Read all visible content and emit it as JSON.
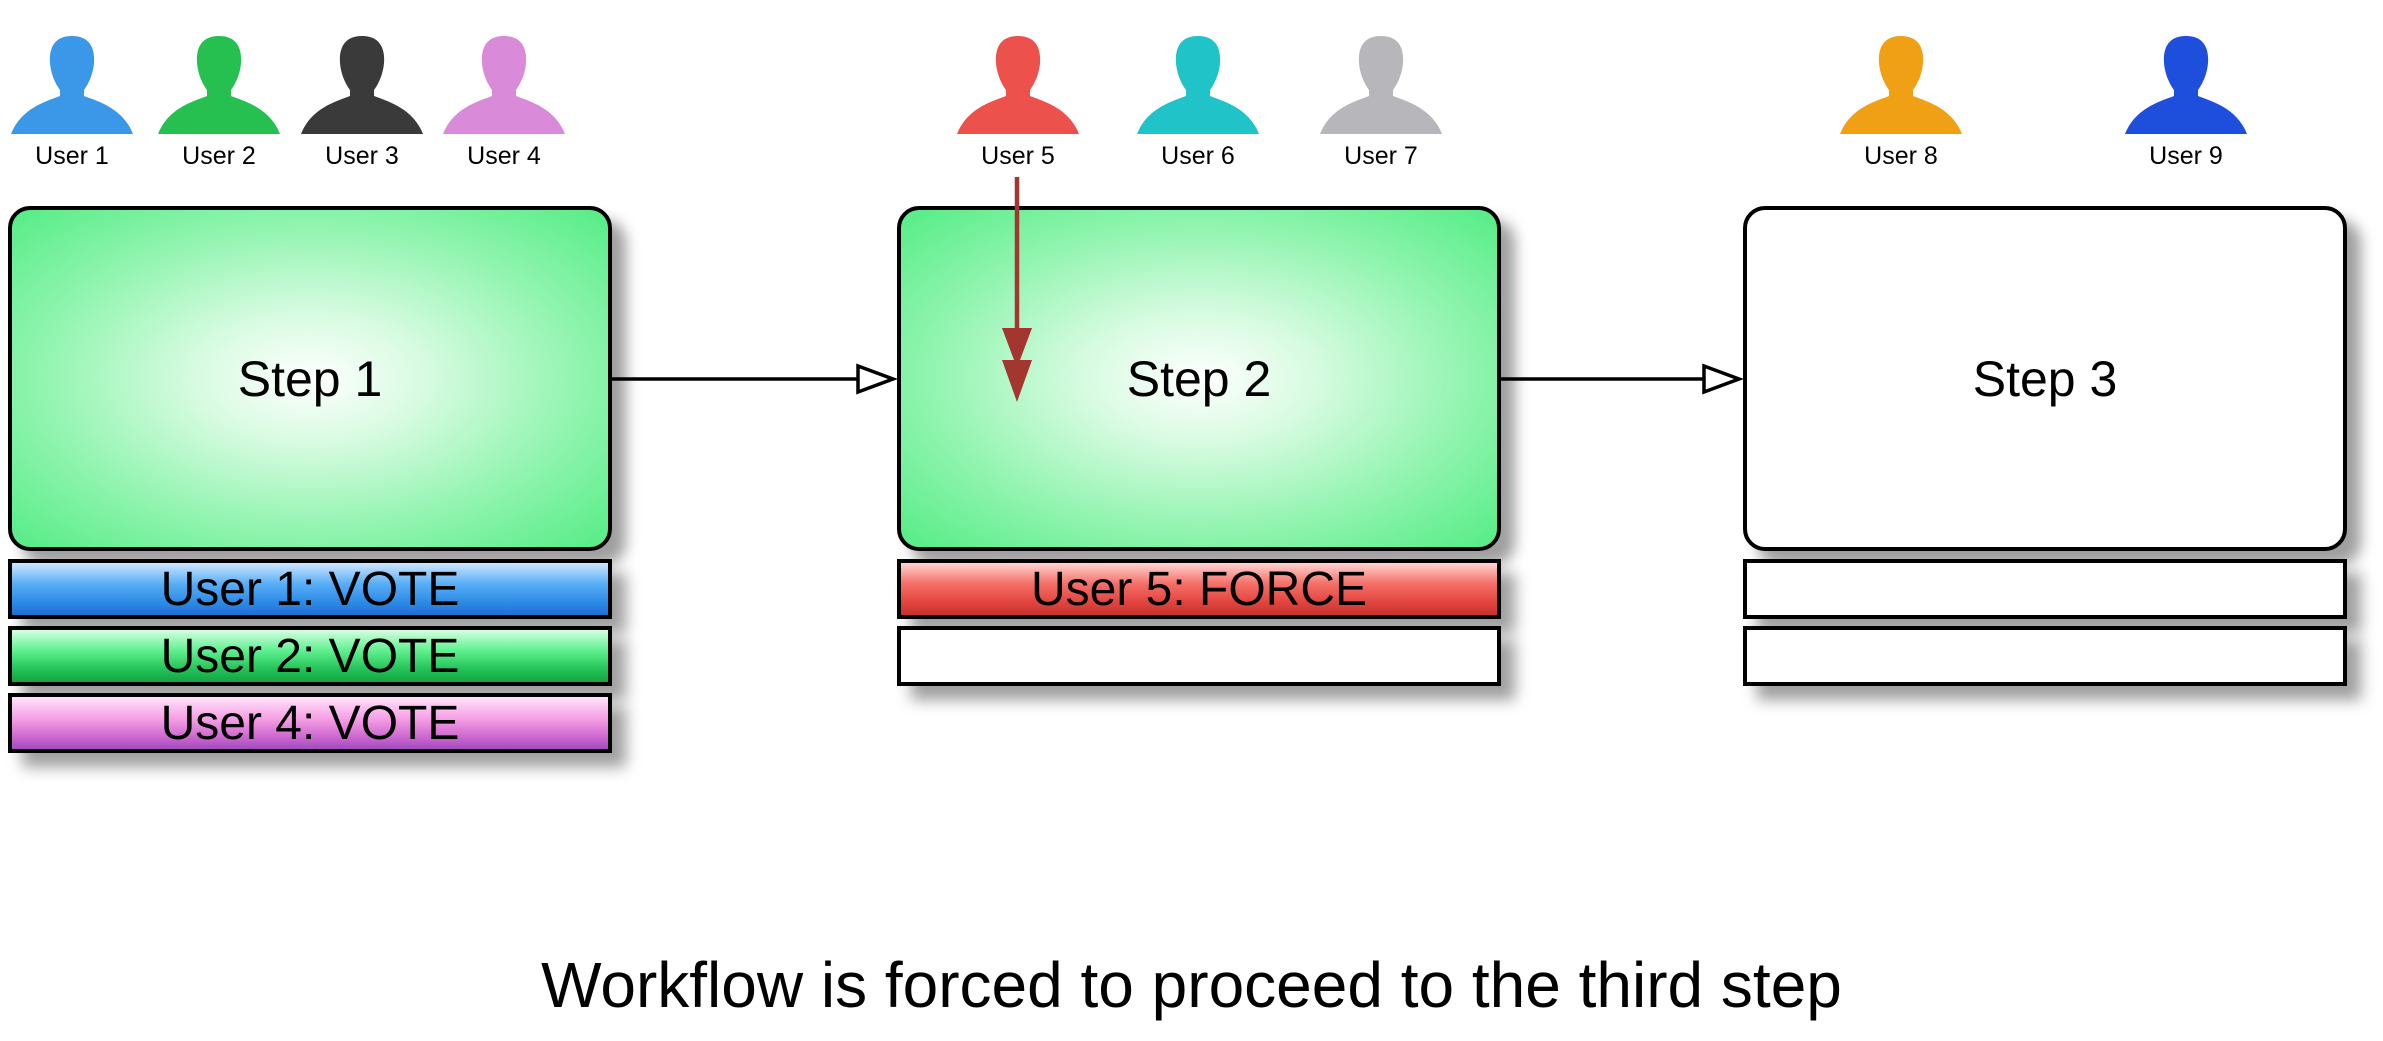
{
  "users": [
    {
      "label": "User 1",
      "color": "#3b97e8"
    },
    {
      "label": "User 2",
      "color": "#25c04f"
    },
    {
      "label": "User 3",
      "color": "#3a3a3a"
    },
    {
      "label": "User 4",
      "color": "#d98ad9"
    },
    {
      "label": "User 5",
      "color": "#ec524b"
    },
    {
      "label": "User 6",
      "color": "#1fc3c8"
    },
    {
      "label": "User 7",
      "color": "#b6b6bb"
    },
    {
      "label": "User 8",
      "color": "#f0a014"
    },
    {
      "label": "User 9",
      "color": "#1d4fdc"
    }
  ],
  "steps": [
    {
      "label": "Step 1",
      "state": "active",
      "actions": [
        {
          "label": "User 1: VOTE",
          "color": "blue"
        },
        {
          "label": "User 2: VOTE",
          "color": "green"
        },
        {
          "label": "User 4: VOTE",
          "color": "purple"
        }
      ]
    },
    {
      "label": "Step 2",
      "state": "active",
      "actions": [
        {
          "label": "User 5: FORCE",
          "color": "red"
        },
        {
          "label": "",
          "color": "empty"
        }
      ]
    },
    {
      "label": "Step 3",
      "state": "inactive",
      "actions": [
        {
          "label": "",
          "color": "empty"
        },
        {
          "label": "",
          "color": "empty"
        }
      ]
    }
  ],
  "force_arrow_color": "#a3372f",
  "caption": "Workflow is forced to proceed to the third step"
}
